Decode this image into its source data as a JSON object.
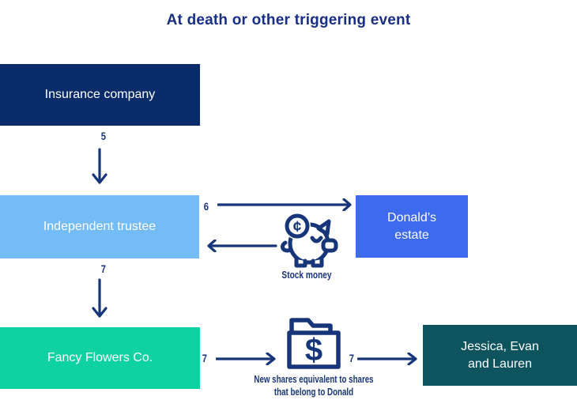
{
  "title": "At death or other triggering event",
  "boxes": {
    "insurance": {
      "lines": [
        "Insurance company"
      ],
      "color": "#0B2C6B"
    },
    "trustee": {
      "lines": [
        "Independent trustee"
      ],
      "color": "#73BCF8"
    },
    "estate": {
      "lines": [
        "Donald’s",
        "estate"
      ],
      "color": "#3D6AEF"
    },
    "fancy": {
      "lines": [
        "Fancy Flowers Co."
      ],
      "color": "#0ED2A2"
    },
    "beneficiaries": {
      "lines": [
        "Jessica, Evan",
        "and Lauren"
      ],
      "color": "#0E545E"
    }
  },
  "steps": {
    "insurance_to_trustee": "5",
    "trustee_to_estate": "6",
    "trustee_to_fancy": "7",
    "fancy_to_folder": "7",
    "folder_to_beneficiaries": "7"
  },
  "icons": {
    "piggy_bank": {
      "name": "piggy-bank-icon",
      "coin_symbol": "¢",
      "caption": "Stock money"
    },
    "money_folder": {
      "name": "money-folder-icon",
      "dollar_symbol": "$",
      "caption_lines": [
        "New shares equivalent to shares",
        "that belong to Donald"
      ]
    }
  },
  "colors": {
    "background": "#FFFFFF",
    "title_text": "#172F85",
    "arrow": "#173679",
    "box_text": "#FFFFFF"
  }
}
